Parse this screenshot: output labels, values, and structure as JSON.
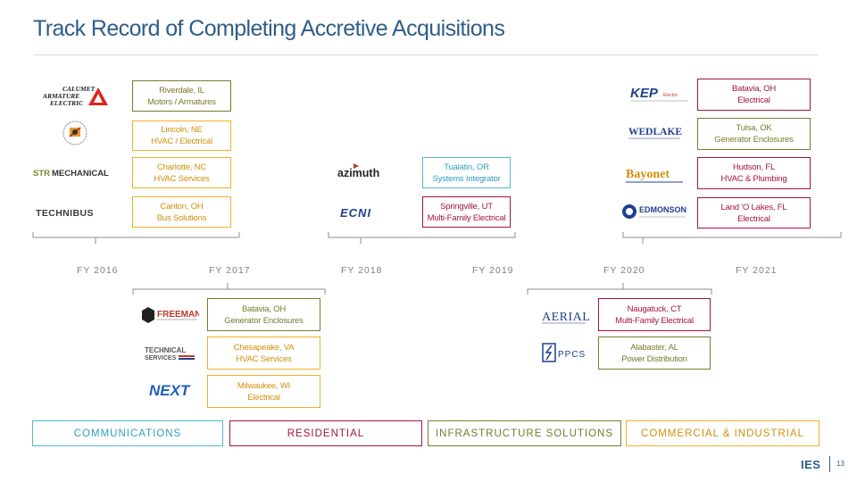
{
  "title": "Track Record of Completing Accretive Acquisitions",
  "colors": {
    "communications": "#4fb9d1",
    "residential": "#a5143a",
    "infrastructure": "#7a7a2e",
    "commercial": "#f2b027",
    "brand": "#2f5d8a"
  },
  "fiscal_years": [
    "FY 2016",
    "FY 2017",
    "FY 2018",
    "FY 2019",
    "FY 2020",
    "FY 2021"
  ],
  "acquisitions_top_2016": [
    {
      "logo": "CALUMET ARMATURE ELECTRIC",
      "line1": "Riverdale, IL",
      "line2": "Motors / Armatures"
    },
    {
      "logo": "",
      "line1": "Lincoln, NE",
      "line2": "HVAC / Electrical"
    },
    {
      "logo": "STRMECHANICAL",
      "line1": "Charlotte, NC",
      "line2": "HVAC Services"
    },
    {
      "logo": "TECHNIBUS",
      "line1": "Canton, OH",
      "line2": "Bus Solutions"
    }
  ],
  "acquisitions_top_2018": [
    {
      "logo": "azimuth",
      "line1": "Tualatin, OR",
      "line2": "Systems Integrator"
    },
    {
      "logo": "ECNI",
      "line1": "Springville, UT",
      "line2": "Multi-Family Electrical"
    }
  ],
  "acquisitions_top_2020": [
    {
      "logo": "KEP",
      "line1": "Batavia, OH",
      "line2": "Electrical"
    },
    {
      "logo": "WEDLAKE",
      "line1": "Tulsa, OK",
      "line2": "Generator Enclosures"
    },
    {
      "logo": "Bayonet",
      "line1": "Hudson, FL",
      "line2": "HVAC & Plumbing"
    },
    {
      "logo": "EDMONSON",
      "line1": "Land 'O Lakes, FL",
      "line2": "Electrical"
    }
  ],
  "acquisitions_bottom_2017": [
    {
      "logo": "FREEMAN",
      "line1": "Batavia, OH",
      "line2": "Generator Enclosures"
    },
    {
      "logo": "TECHNICAL SERVICES",
      "line1": "Chesapeake, VA",
      "line2": "HVAC Services"
    },
    {
      "logo": "NEXT",
      "line1": "Milwaukee, WI",
      "line2": "Electrical"
    }
  ],
  "acquisitions_bottom_2019": [
    {
      "logo": "AERIAL",
      "line1": "Naugatuck, CT",
      "line2": "Multi-Family Electrical"
    },
    {
      "logo": "PPCS",
      "line1": "Alabaster, AL",
      "line2": "Power Distribution"
    }
  ],
  "legend": [
    "COMMUNICATIONS",
    "RESIDENTIAL",
    "INFRASTRUCTURE SOLUTIONS",
    "COMMERCIAL & INDUSTRIAL"
  ],
  "footer": {
    "brand": "IES",
    "page": "13"
  }
}
